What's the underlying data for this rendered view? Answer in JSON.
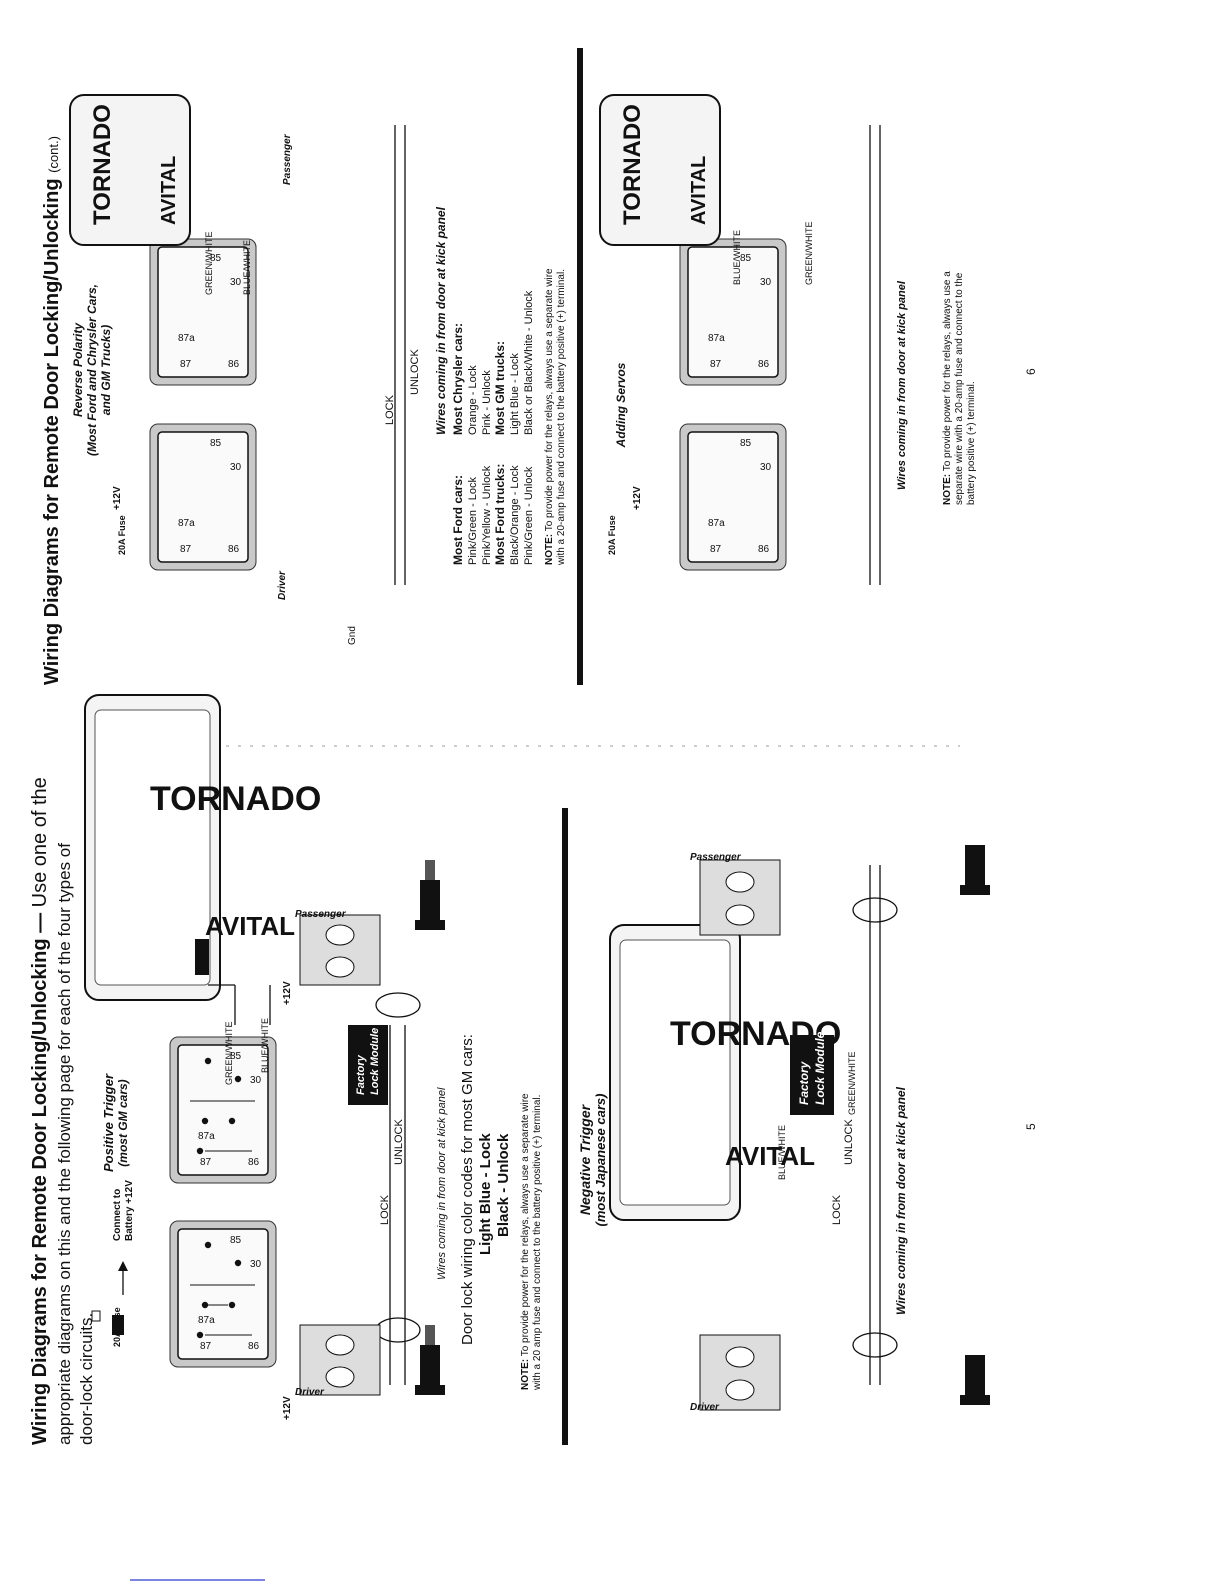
{
  "left_page": {
    "title": "Wiring Diagrams for Remote Door Locking/Unlocking —",
    "intro_lines": [
      "Use one of the",
      "appropriate diagrams on this and the following page for each of the four types of",
      "door-lock circuits."
    ],
    "page_number": "5",
    "top_diagram": {
      "heading_lines": [
        "Positive Trigger",
        "(most GM cars)"
      ],
      "fuse_label": "20A Fuse",
      "connect_lines": [
        "Connect to",
        "Battery +12V"
      ],
      "relay_pins": [
        "87",
        "87a",
        "86",
        "85",
        "30"
      ],
      "wire_green": "GREEN/WHITE",
      "wire_blue": "BLUE/WHITE",
      "lock": "LOCK",
      "unlock": "UNLOCK",
      "driver": "Driver",
      "passenger": "Passenger",
      "plus12": "+12V",
      "factory_lines": [
        "Factory",
        "Lock Module"
      ],
      "wires_note": "Wires coming in from door at kick panel",
      "codes_title": "Door lock wiring color codes for most GM cars:",
      "code_lock": "Light Blue - Lock",
      "code_unlock": "Black - Unlock",
      "note_label": "NOTE:",
      "note_lines": [
        "To provide power for the relays, always use a separate wire",
        "with a 20 amp fuse and connect to the battery positive (+) terminal."
      ]
    },
    "bottom_diagram": {
      "heading_lines": [
        "Negative Trigger",
        "(most Japanese cars)"
      ],
      "wire_green": "GREEN/WHITE",
      "wire_blue": "BLUE/WHITE",
      "lock": "LOCK",
      "unlock": "UNLOCK",
      "driver": "Driver",
      "passenger": "Passenger",
      "factory_lines": [
        "Factory",
        "Lock Module"
      ],
      "wires_note": "Wires coming in from door at kick panel"
    }
  },
  "right_page": {
    "title": "Wiring Diagrams for Remote Door Locking/Unlocking",
    "title_suffix": "(cont.)",
    "page_number": "6",
    "top_diagram": {
      "heading_lines": [
        "Reverse Polarity",
        "(Most Ford and Chrysler Cars,",
        "and GM Trucks)"
      ],
      "fuse_label": "20A Fuse",
      "plus12": "+12V",
      "gnd": "Gnd",
      "relay_pins": [
        "87",
        "87a",
        "86",
        "85",
        "30"
      ],
      "wire_green": "GREEN/WHITE",
      "wire_blue": "BLUE/WHITE",
      "lock": "LOCK",
      "unlock": "UNLOCK",
      "driver": "Driver",
      "passenger": "Passenger",
      "wires_note": "Wires coming in from door at kick panel",
      "codes_col1": [
        "Most Ford cars:",
        "Pink/Green - Lock",
        "Pink/Yellow - Unlock",
        "Most Ford trucks:",
        "Black/Orange - Lock",
        "Pink/Green - Unlock"
      ],
      "codes_col2": [
        "Most Chrysler cars:",
        "Orange - Lock",
        "Pink - Unlock",
        "Most GM trucks:",
        "Light Blue - Lock",
        "Black or Black/White - Unlock"
      ],
      "note_label": "NOTE:",
      "note_lines": [
        "To provide power for the relays, always use a separate wire",
        "with a 20-amp fuse and connect to the battery positive (+) terminal."
      ]
    },
    "bottom_diagram": {
      "heading": "Adding Servos",
      "fuse_label": "20A Fuse",
      "plus12": "+12V",
      "relay_pins": [
        "87",
        "87a",
        "86",
        "85",
        "30"
      ],
      "wire_blue": "BLUE/WHITE",
      "wire_green": "GREEN/WHITE",
      "wires_note": "Wires coming in from door at kick panel",
      "note_label": "NOTE:",
      "note_lines": [
        "To provide power for the relays, always use a",
        "separate wire with a 20-amp fuse and connect to the",
        "battery positive (+) terminal."
      ]
    }
  },
  "brand": {
    "product": "TORNADO",
    "maker": "AVITAL"
  }
}
